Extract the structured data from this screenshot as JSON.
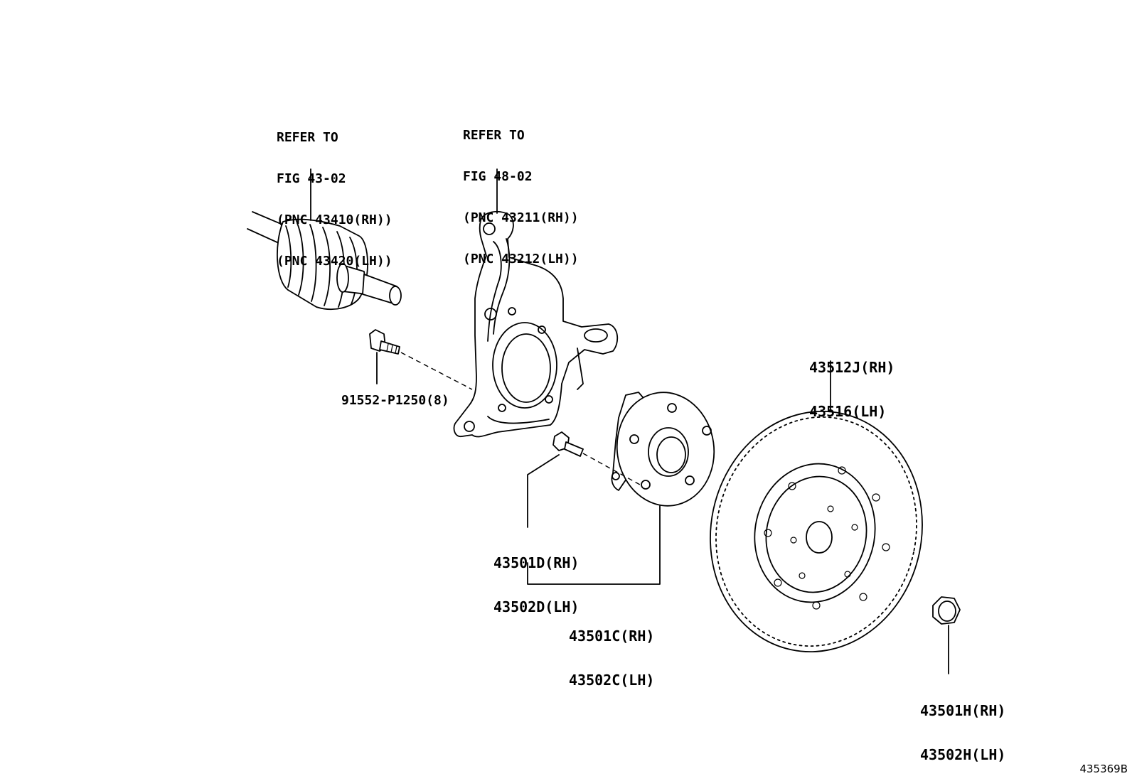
{
  "callouts": {
    "drive_shaft_ref": [
      "REFER TO",
      "FIG 43-02",
      "(PNC 43410(RH))",
      "(PNC 43420(LH))"
    ],
    "knuckle_ref": [
      "REFER TO",
      "FIG 48-02",
      "(PNC 43211(RH))",
      "(PNC 43212(LH))"
    ],
    "bolt": "91552-P1250(8)",
    "disc": [
      "43512J(RH)",
      "43516(LH)"
    ],
    "hub_bolt": [
      "43501D(RH)",
      "43502D(LH)"
    ],
    "hub_assy": [
      "43501C(RH)",
      "43502C(LH)"
    ],
    "nut": [
      "43501H(RH)",
      "43502H(LH)"
    ]
  },
  "figure_id": "435369B"
}
